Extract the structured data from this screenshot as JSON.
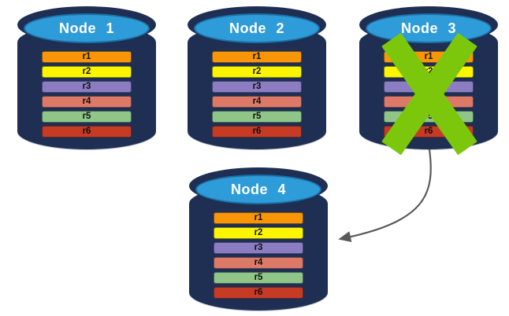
{
  "diagram": {
    "colors": {
      "background": "#FFFFFF",
      "cylinder_body": "#1E2F53",
      "cylinder_top": "#2D9CD8",
      "cylinder_top_border": "#1C6FA5",
      "node_label_text": "#FFFFFF",
      "bar_label_text": "#101010",
      "failure_x": "#7CC70B",
      "arrow": "#5A5A5A"
    },
    "partitions": [
      {
        "label": "r1",
        "color": "#F89608"
      },
      {
        "label": "r2",
        "color": "#FDF500"
      },
      {
        "label": "r3",
        "color": "#8C7CC2"
      },
      {
        "label": "r4",
        "color": "#DD7967"
      },
      {
        "label": "r5",
        "color": "#8FC687"
      },
      {
        "label": "r6",
        "color": "#C73A24"
      }
    ],
    "nodes": [
      {
        "label": "Node 1",
        "failed": false
      },
      {
        "label": "Node 2",
        "failed": false
      },
      {
        "label": "Node 3",
        "failed": true
      },
      {
        "label": "Node 4",
        "failed": false
      }
    ]
  }
}
